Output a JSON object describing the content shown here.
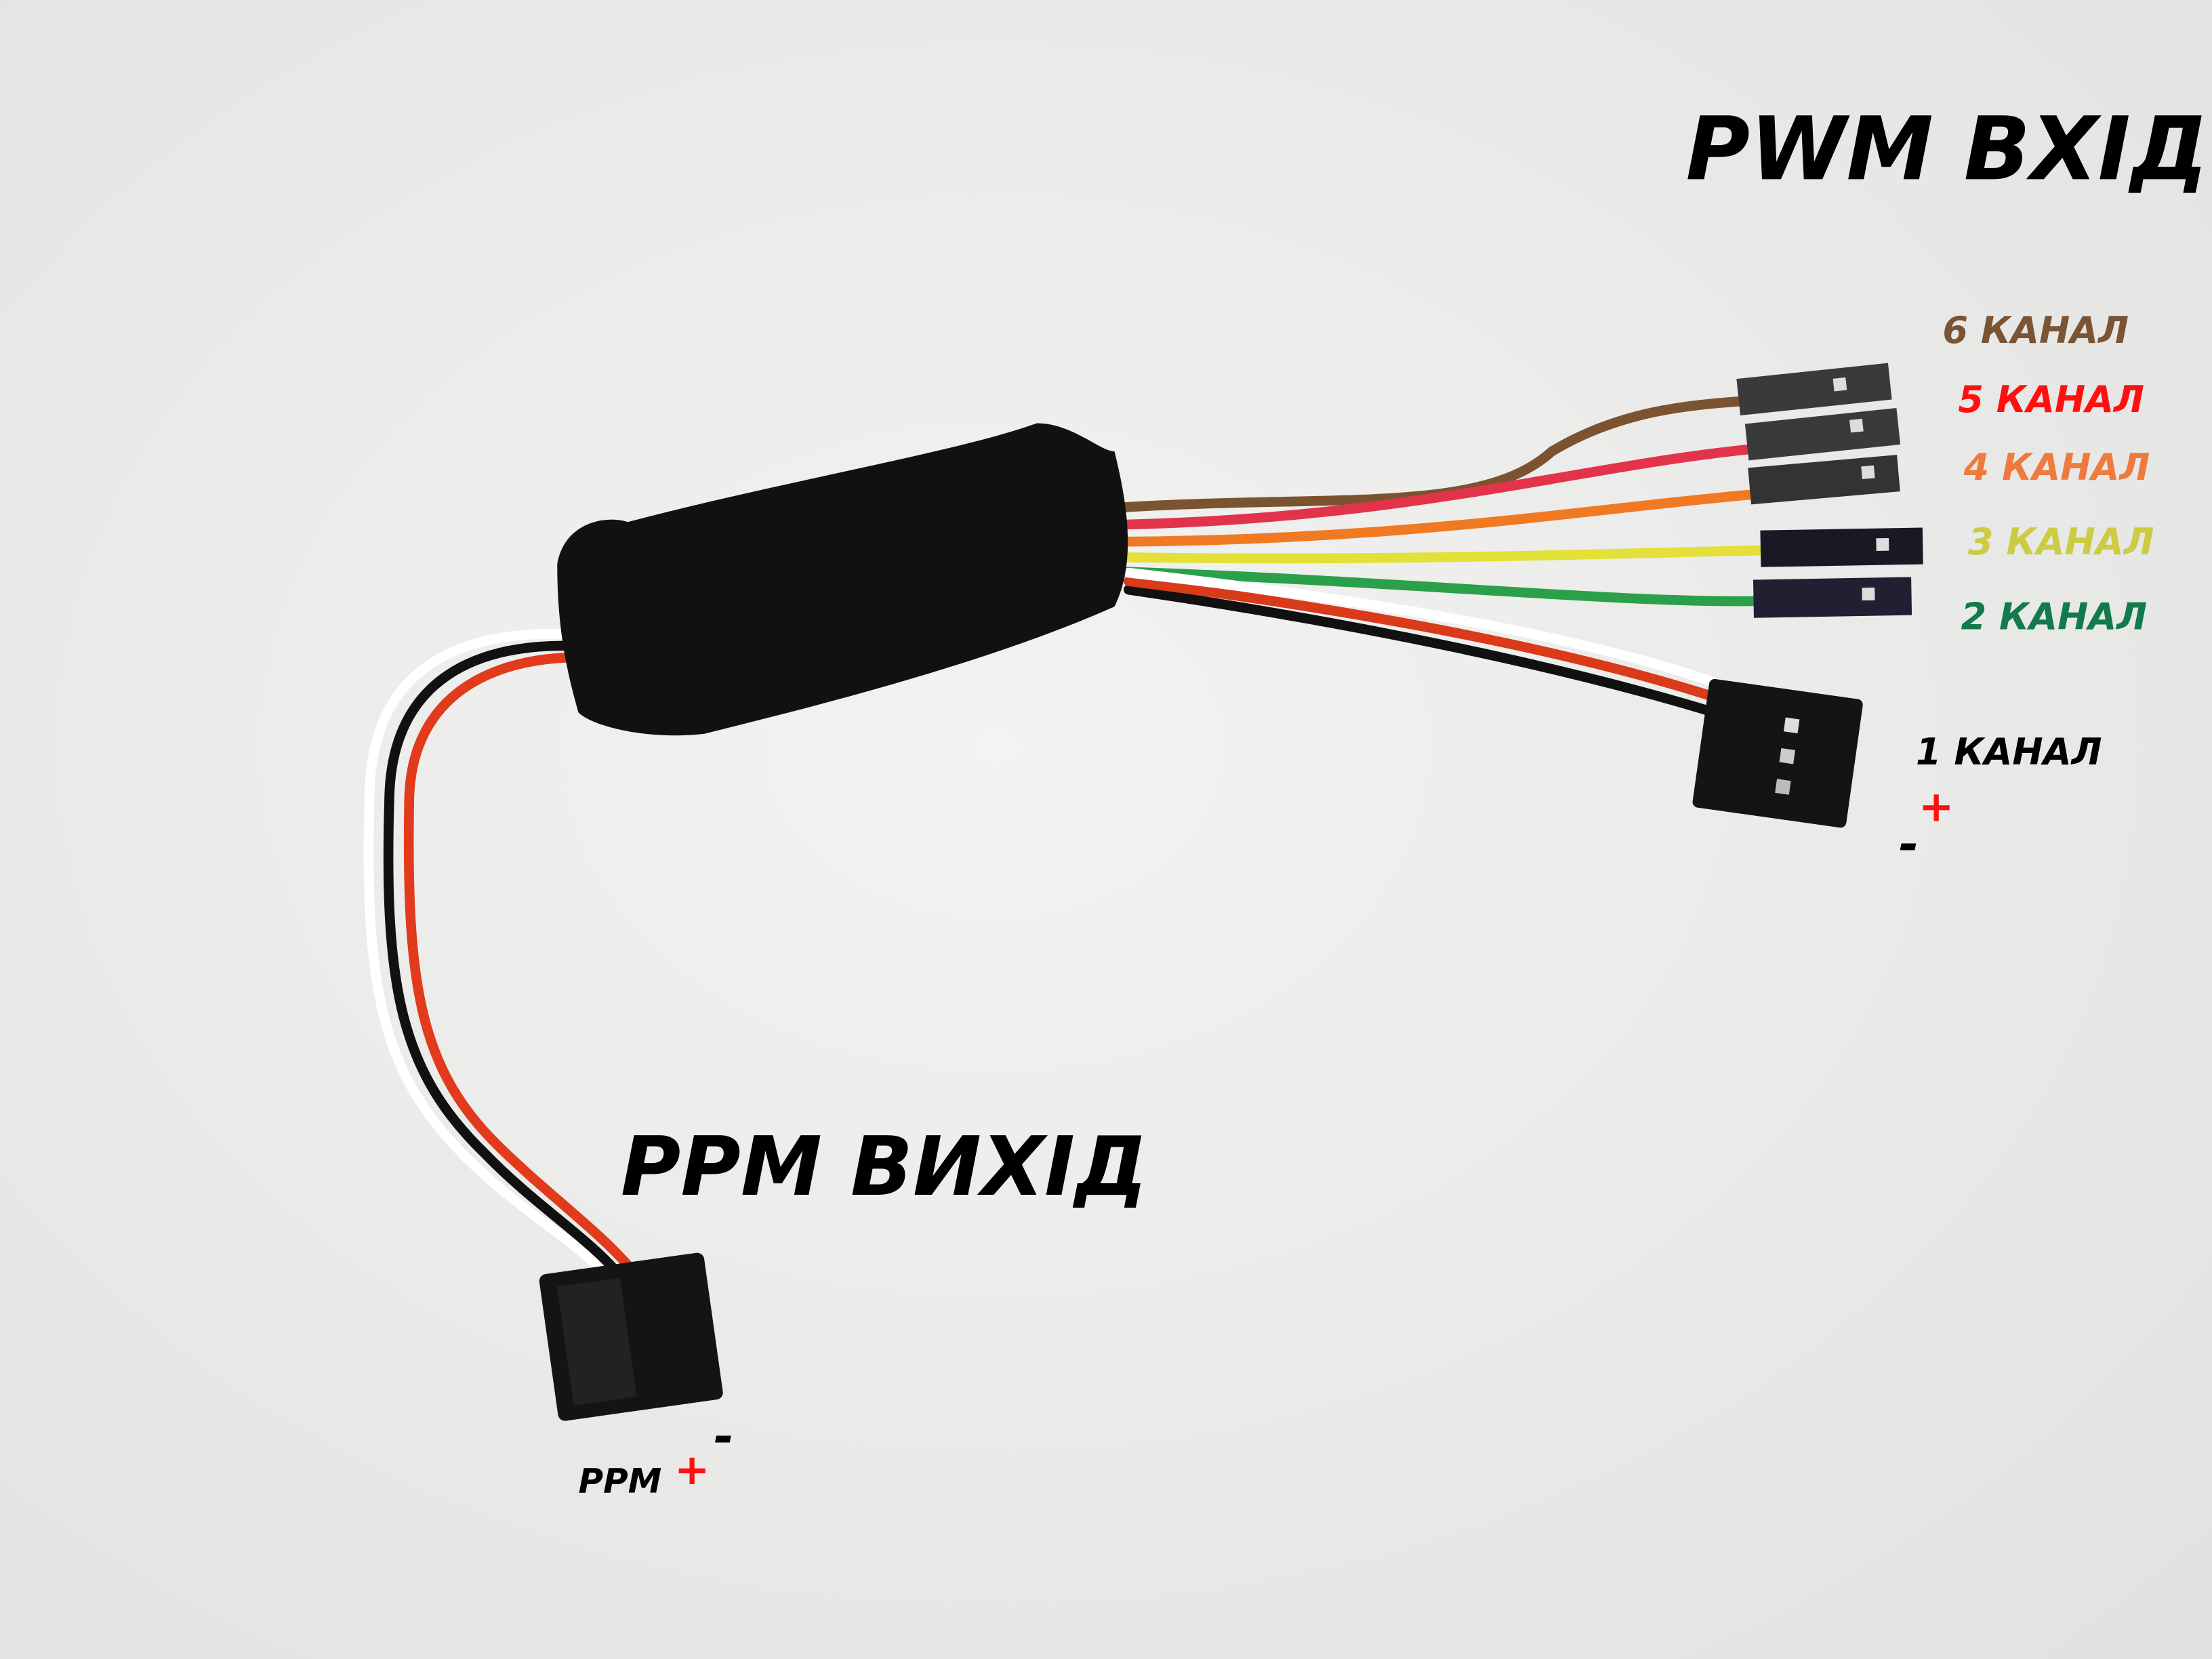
{
  "titles": {
    "pwm_input": "PWM ВХІД",
    "ppm_output": "PPM ВИХІД"
  },
  "channels": [
    {
      "label": "6 КАНАЛ",
      "color": "#7a5433"
    },
    {
      "label": "5 КАНАЛ",
      "color": "#ff1010"
    },
    {
      "label": "4 КАНАЛ",
      "color": "#ee7a3e"
    },
    {
      "label": "3 КАНАЛ",
      "color": "#cccc44"
    },
    {
      "label": "2 КАНАЛ",
      "color": "#127a4c"
    },
    {
      "label": "1 КАНАЛ",
      "color": "#000000"
    }
  ],
  "polarity": {
    "plus": "+",
    "minus": "-"
  },
  "ppm_connector": {
    "label": "PPM",
    "plus": "+",
    "minus": "-"
  },
  "colors": {
    "plus": "#ff1010",
    "minus": "#000000",
    "background": "#eeeeec"
  }
}
